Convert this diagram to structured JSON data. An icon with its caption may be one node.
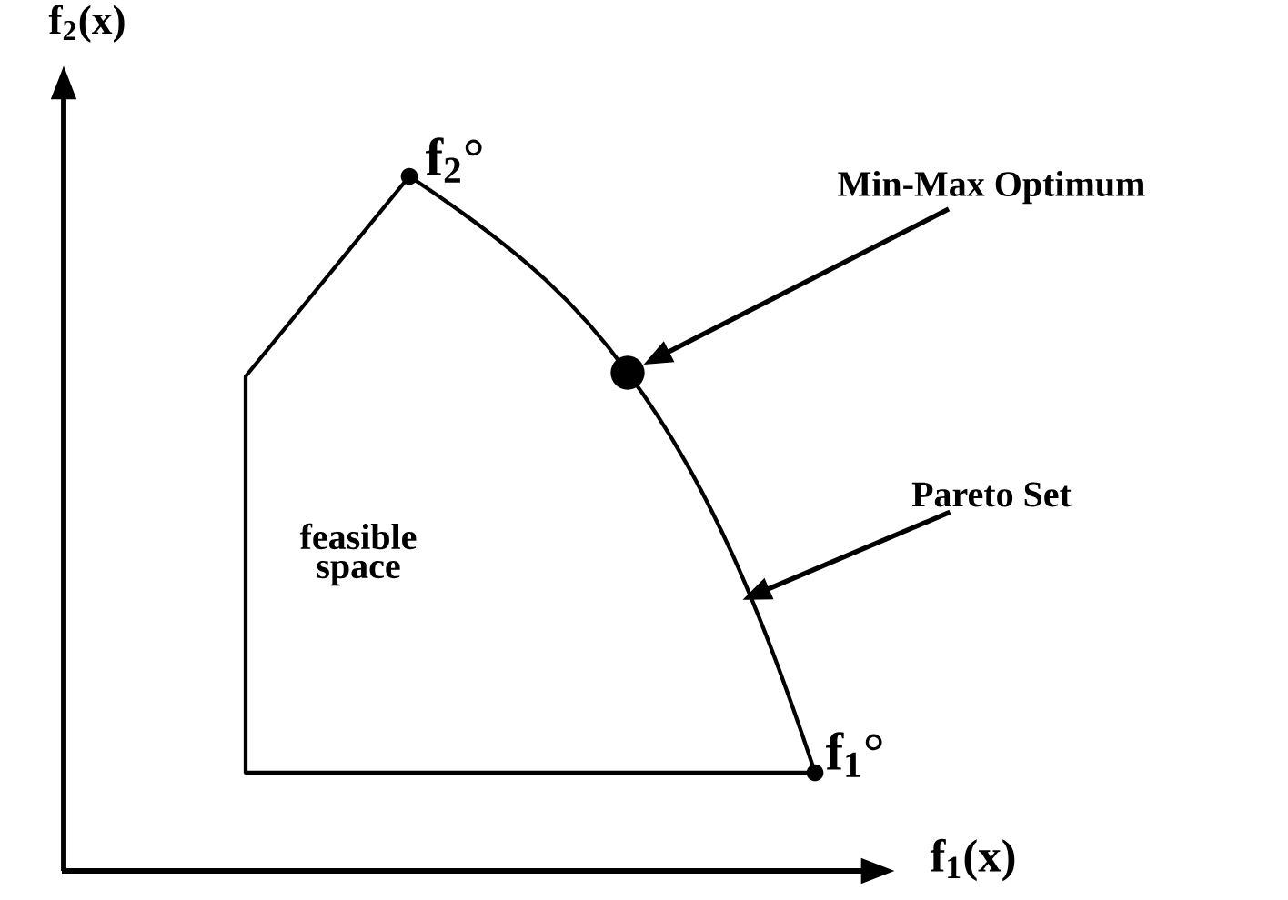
{
  "diagram": {
    "nodes": [
      {
        "text": [
          "feasible space"
        ]
      },
      {
        "text": [
          "Min-Max Optimum"
        ]
      },
      {
        "text": [],
        "shape": "circle"
      },
      {
        "text": [
          "Pareto Set"
        ]
      }
    ],
    "edges": [
      {
        "from": 1,
        "to": 2,
        "arrow": "to"
      },
      {
        "from": 3,
        "to": 0,
        "arrow": "to"
      }
    ],
    "labels": [
      "f$_{2}$(x)",
      "f$_{2}$°",
      "f$_{1}$°",
      "f$_{1}$(x)"
    ]
  }
}
